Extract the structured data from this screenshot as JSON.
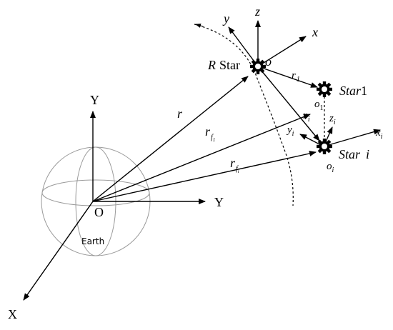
{
  "inertial_frame": {
    "axis_x": "X",
    "axis_y_vertical": "Y",
    "axis_y_horizontal": "Y",
    "origin": "O",
    "body": "Earth"
  },
  "vectors": {
    "r": "r",
    "r_f1_base": "r",
    "r_f1_sub_f": "f",
    "r_f1_sub_1": "1",
    "r_fi_base": "r",
    "r_fi_sub_f": "f",
    "r_fi_sub_i": "i",
    "r1_base": "r",
    "r1_sub": "1",
    "ri_base": "r",
    "ri_sub": "i"
  },
  "reference_star": {
    "prefix": "R",
    "name": "Star",
    "origin": "o",
    "axis_x": "x",
    "axis_y": "y",
    "axis_z": "z"
  },
  "star1": {
    "name": "Star",
    "index": "1",
    "origin_base": "o",
    "origin_sub": "1"
  },
  "star_i": {
    "name": "Star",
    "index": "i",
    "origin_base": "o",
    "origin_sub": "i",
    "axis_x_base": "x",
    "axis_x_sub": "i",
    "axis_y_base": "y",
    "axis_y_sub": "i",
    "axis_z_base": "z",
    "axis_z_sub": "i"
  }
}
